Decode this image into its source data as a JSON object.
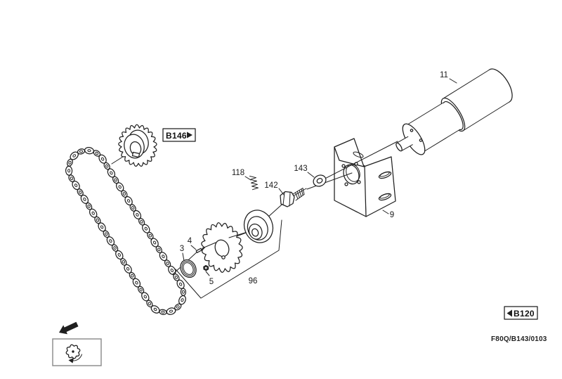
{
  "diagram": {
    "type": "exploded-parts-diagram",
    "footer": {
      "code": "F80Q/B143/0103"
    },
    "refs": {
      "b146": "B146",
      "b120": "B120"
    },
    "parts": {
      "p3": "3",
      "p4": "4",
      "p5": "5",
      "p9": "9",
      "p11": "11",
      "p96": "96",
      "p118": "118",
      "p142": "142",
      "p143": "143"
    },
    "icons": {
      "b146_arrow": "right-arrow-icon",
      "b120_arrow": "left-arrow-icon",
      "direction_arrow": "down-left-arrow-icon",
      "rotation_symbol": "sprocket-rotation-icon"
    },
    "colors": {
      "line": "#1f1f1f",
      "icon_box_border": "#8f8f8f",
      "background": "#ffffff"
    }
  }
}
